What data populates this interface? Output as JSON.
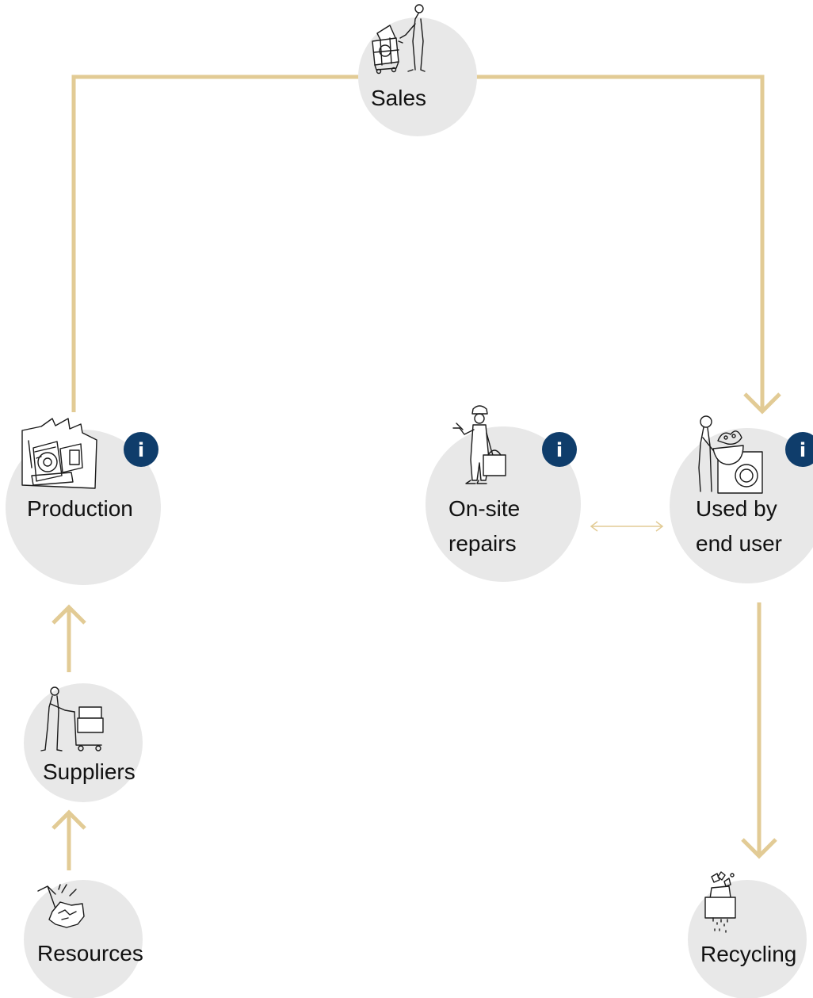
{
  "colors": {
    "flow_line": "#e2cb95",
    "node_fill": "#e8e8e8",
    "info_badge": "#0f3d6b",
    "label_text": "#111111"
  },
  "nodes": {
    "sales": {
      "label": "Sales",
      "icon": "shopping-cart-person-icon"
    },
    "production": {
      "label": "Production",
      "icon": "factory-machine-icon",
      "info": "i"
    },
    "repairs": {
      "label_line1": "On-site",
      "label_line2": "repairs",
      "icon": "repair-technician-icon",
      "info": "i"
    },
    "end_user": {
      "label_line1": "Used by",
      "label_line2": "end user",
      "icon": "washing-machine-user-icon",
      "info": "i"
    },
    "suppliers": {
      "label": "Suppliers",
      "icon": "supplier-cart-icon"
    },
    "resources": {
      "label": "Resources",
      "icon": "mining-pickaxe-icon"
    },
    "recycling": {
      "label": "Recycling",
      "icon": "shredder-icon"
    }
  }
}
